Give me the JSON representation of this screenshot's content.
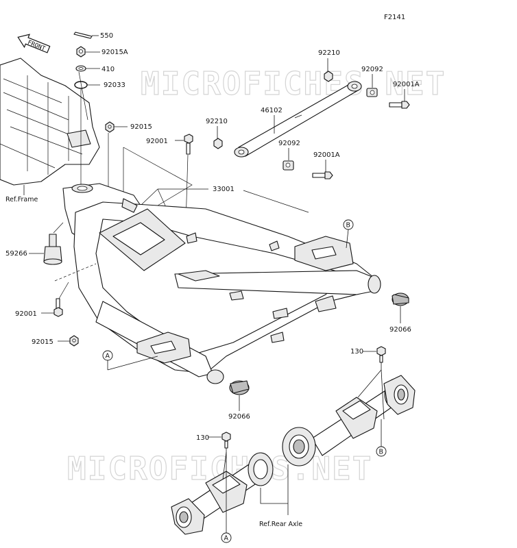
{
  "figure_code": "F2141",
  "front_arrow": "FRONT",
  "watermark": "MICROFICHES.NET",
  "ref_frame": "Ref.Frame",
  "ref_rear_axle": "Ref.Rear Axle",
  "parts": {
    "p550": "550",
    "p92015A": "92015A",
    "p410": "410",
    "p92033": "92033",
    "p92015_top": "92015",
    "p92001_top": "92001",
    "p33001": "33001",
    "p59266": "59266",
    "p92001_left": "92001",
    "p92015_left": "92015",
    "p92210_upper": "92210",
    "p92092_upper": "92092",
    "p92001A_upper": "92001A",
    "p46102": "46102",
    "p92210_lower": "92210",
    "p92092_lower": "92092",
    "p92001A_lower": "92001A",
    "p92066_right": "92066",
    "p92066_bottom": "92066",
    "p130_right": "130",
    "p130_left": "130"
  },
  "callouts": {
    "a_left": "A",
    "a_bottom": "A",
    "b_top": "B",
    "b_bottom": "B"
  }
}
